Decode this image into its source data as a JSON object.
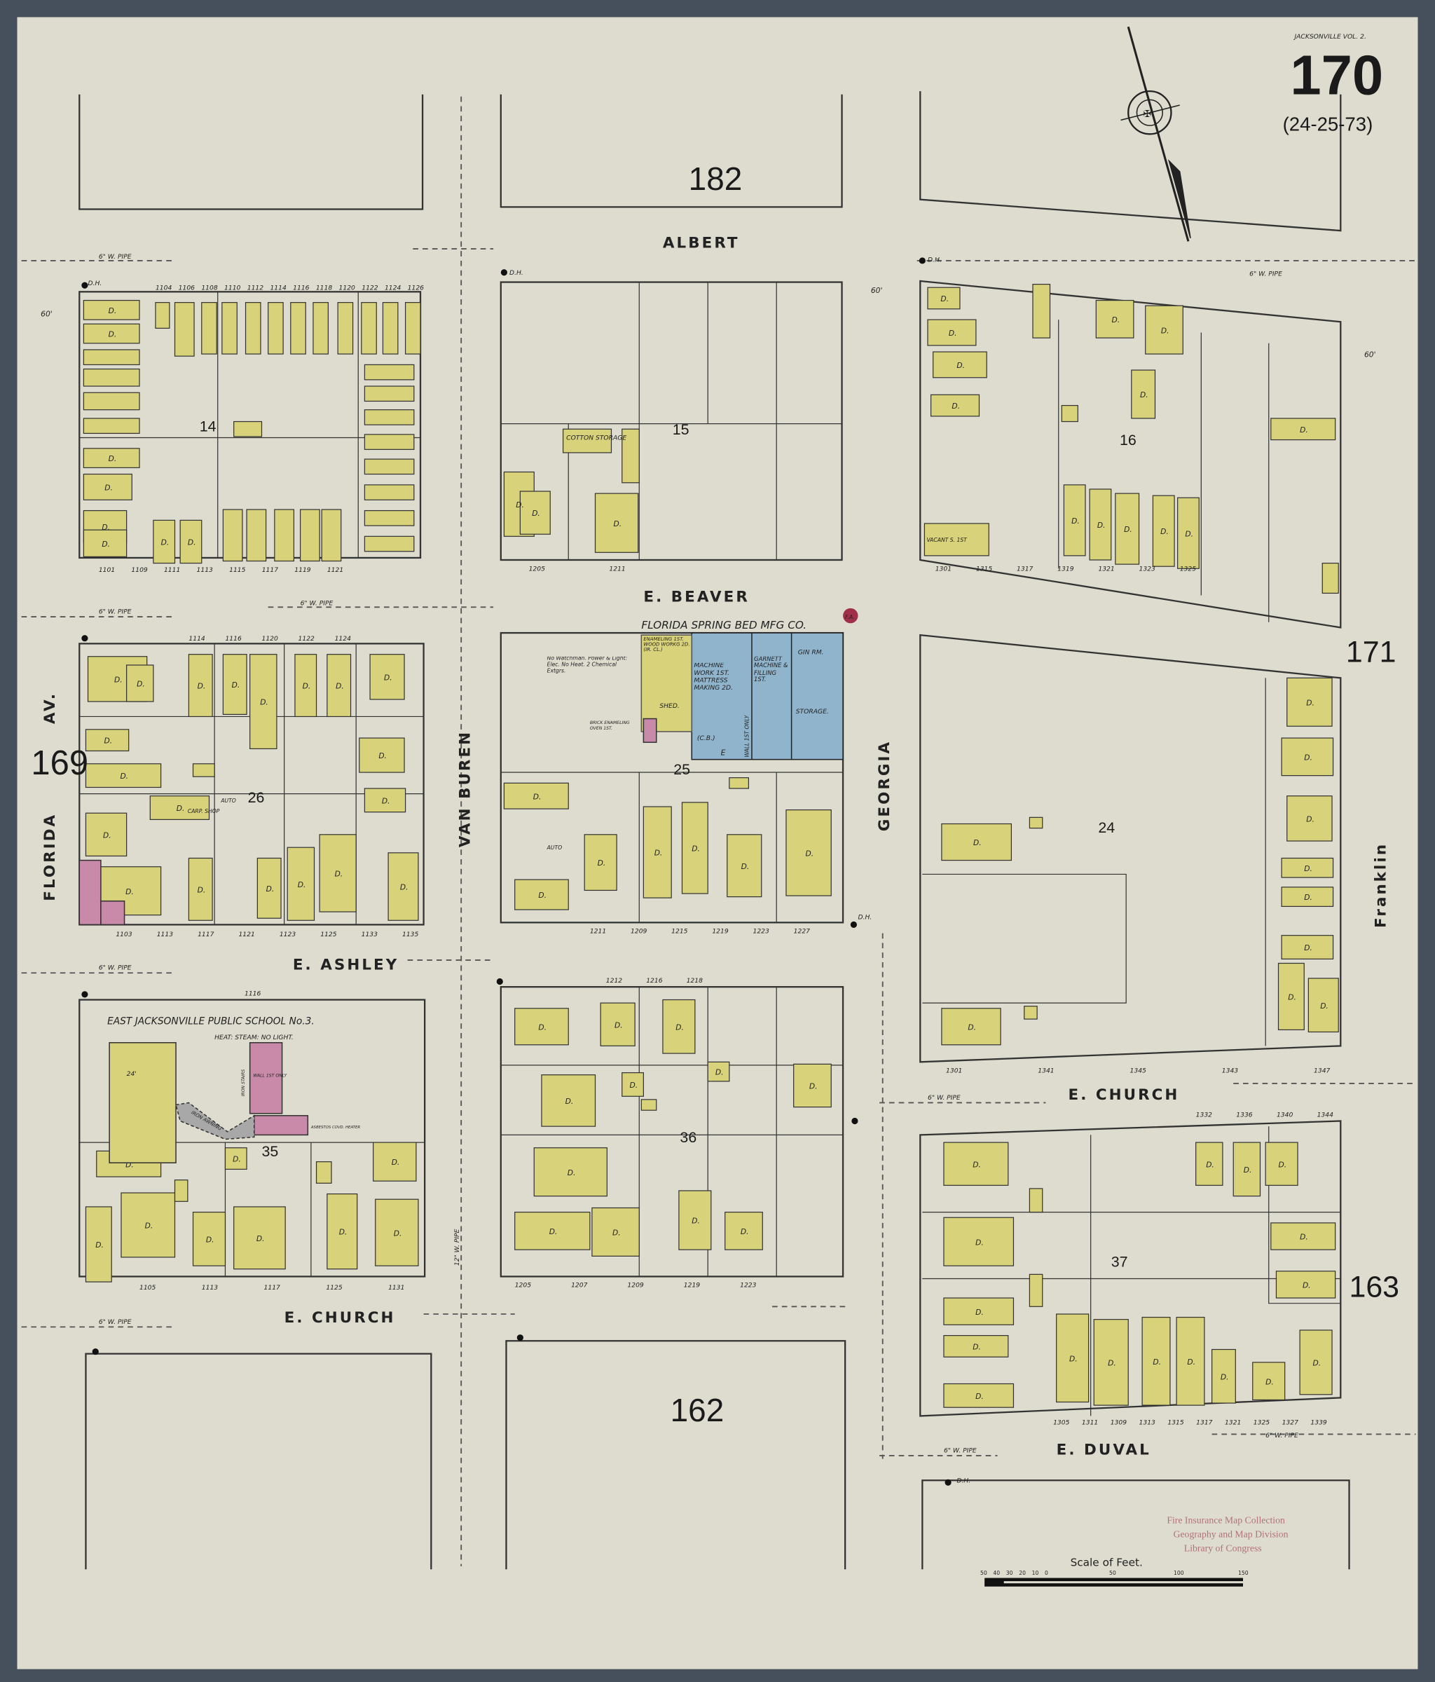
{
  "sheet": {
    "city_volume": "JACKSONVILLE VOL. 2.",
    "page_number": "170",
    "adjoining_ref": "(24-25-73)"
  },
  "streets": {
    "albert": "ALBERT",
    "beaver": "E.  BEAVER",
    "ashley": "E.  ASHLEY",
    "church_west": "E.  CHURCH",
    "church_east": "E.  CHURCH",
    "duval": "E.  DUVAL",
    "van_buren": "VAN BUREN",
    "georgia": "GEORGIA",
    "florida": "FLORIDA",
    "florida_av": "AV.",
    "franklin": "Franklin"
  },
  "adjoining_sheets": {
    "north": "182",
    "south": "162",
    "west": "169",
    "east": "171",
    "southeast": "163"
  },
  "blocks": [
    "14",
    "15",
    "16",
    "26",
    "25",
    "24",
    "35",
    "36",
    "37"
  ],
  "labels": {
    "dwelling": "D.",
    "store": "S.",
    "water_pipe": "6\" W. PIPE",
    "water_pipe_12": "12\" W. PIPE",
    "hydrant": "D.H.",
    "width_60": "60'",
    "cotton_storage": "COTTON STORAGE",
    "auto": "AUTO",
    "carp_shop": "CARP. SHOP",
    "vacant_store": "VACANT S. 1ST"
  },
  "factory": {
    "name": "FLORIDA  SPRING  BED  MFG CO.",
    "badge": "F.A.",
    "notes": "No Watchman. Power & Light: Elec. No Heat. 2 Chemical Extgrs.",
    "enameling": "ENAMELING 1ST. WOOD WORKG 2D. (IR. CL.)",
    "shed": "SHED.",
    "machine_work": "MACHINE WORK 1ST. MATTRESS MAKING 2D.",
    "garnett": "GARNETT MACHINE & FILLING 1ST.",
    "gin_room": "GIN RM.",
    "storage": "STORAGE.",
    "wall": "WALL 1ST ONLY",
    "cb": "(C.B.)",
    "elevator": "E",
    "brick_oven": "BRICK ENAMELING OVEN 1ST."
  },
  "school": {
    "name": "EAST JACKSONVILLE PUBLIC SCHOOL No.3.",
    "details": "HEAT: STEAM: NO LIGHT.",
    "iron_awning": "IRON AWNING",
    "iron_stairs": "IRON STAIRS",
    "wall_note": "WALL 1ST ONLY",
    "boiler": "ASBESTOS COVD. HEATER",
    "height": "24'"
  },
  "addresses": {
    "block14_top": [
      "1104",
      "1106",
      "1108",
      "1110",
      "1112",
      "1114",
      "1116",
      "1118",
      "1120",
      "1122",
      "1124",
      "1126"
    ],
    "block14_bottom": [
      "1101",
      "1109",
      "1111",
      "1113",
      "1115",
      "1117",
      "1119",
      "1121"
    ],
    "block15_bottom": [
      "1205",
      "1211"
    ],
    "block16_bottom": [
      "1301",
      "1315",
      "1317",
      "1319",
      "1321",
      "1323",
      "1325"
    ],
    "block26_top": [
      "1114",
      "1116",
      "1120",
      "1122",
      "1124"
    ],
    "block26_bottom": [
      "1103",
      "1113",
      "1117",
      "1121",
      "1123",
      "1125",
      "1133",
      "1135"
    ],
    "block25_bottom": [
      "1211",
      "1209",
      "1215",
      "1219",
      "1223",
      "1227"
    ],
    "block24_bottom": [
      "1301",
      "1341",
      "1345",
      "1343",
      "1347"
    ],
    "block35": [
      "1116",
      "1105",
      "1113",
      "1117",
      "1125",
      "1131"
    ],
    "block36_top": [
      "1212",
      "1216",
      "1218"
    ],
    "block36_bottom": [
      "1205",
      "1207",
      "1209",
      "1219",
      "1223"
    ],
    "block37_top": [
      "1332",
      "1336",
      "1340",
      "1344"
    ],
    "block37_bottom": [
      "1305",
      "1311",
      "1309",
      "1313",
      "1315",
      "1317",
      "1321",
      "1325",
      "1327",
      "1339"
    ]
  },
  "scale": {
    "title": "Scale of Feet.",
    "ticks": [
      "50",
      "40",
      "30",
      "20",
      "10",
      "0",
      "50",
      "100",
      "150"
    ]
  },
  "stamp": {
    "lines": [
      "Fire Insurance Map Collection",
      "Geography and Map Division",
      "Library of Congress"
    ]
  },
  "colors": {
    "paper": "#dedccf",
    "frame": "#46505c",
    "frame_building": "#d8d27a",
    "brick_building": "#c88aa8",
    "fireproof_building": "#8fb4cc",
    "iron_awning": "#a8a8a8"
  }
}
